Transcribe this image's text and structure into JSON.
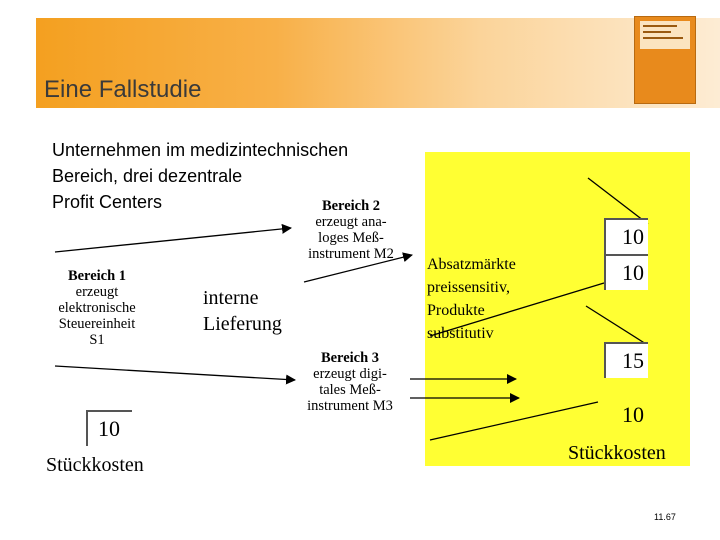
{
  "slide": {
    "title": "Eine Fallstudie",
    "intro_lines": [
      "Unternehmen im medizintechnischen",
      "Bereich, drei dezentrale",
      "Profit Centers"
    ],
    "page_number": "11.67"
  },
  "units": {
    "unit1": {
      "title": "Bereich 1",
      "lines": [
        "erzeugt",
        "elektronische",
        "Steuereinheit",
        "S1"
      ]
    },
    "unit2": {
      "title": "Bereich 2",
      "lines": [
        "erzeugt ana-",
        "loges Meß-",
        "instrument M2"
      ]
    },
    "unit3": {
      "title": "Bereich 3",
      "lines": [
        "erzeugt digi-",
        "tales Meß-",
        "instrument M3"
      ]
    }
  },
  "delivery": {
    "lines": [
      "interne",
      "Lieferung"
    ]
  },
  "market": {
    "lines": [
      "Absatzmärkte",
      "preissensitiv,",
      "Produkte",
      "substitutiv"
    ]
  },
  "values": {
    "unit1_cost": "10",
    "m2_top": "10",
    "m2_bottom": "10",
    "m3_top": "15",
    "m3_bottom": "10"
  },
  "cost_label": "Stückkosten",
  "colors": {
    "header_orange": "#f4a020",
    "market_yellow": "#ffff33",
    "book_orange": "#e88a1c"
  }
}
